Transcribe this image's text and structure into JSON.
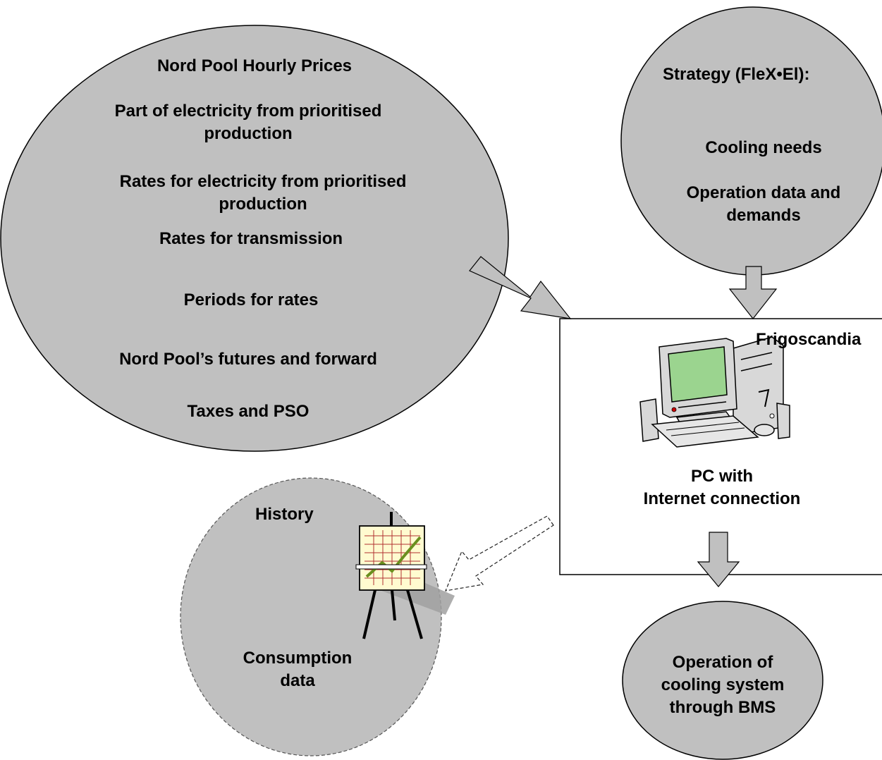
{
  "sources_circle": {
    "items": [
      "Nord Pool Hourly Prices",
      "Part of electricity from prioritised production",
      "Rates for electricity from prioritised production",
      "Rates for transmission",
      "Periods for rates",
      "Nord Pool’s futures and forward",
      "Taxes and PSO"
    ]
  },
  "strategy_circle": {
    "title": "Strategy (FleX•El):",
    "items": [
      "Cooling needs",
      "Operation data and demands"
    ]
  },
  "pc_box": {
    "company": "Frigoscandia",
    "caption_line1": "PC with",
    "caption_line2": "Internet connection",
    "icon": "computer-icon"
  },
  "history_circle": {
    "title": "History",
    "items": [
      "Consumption data"
    ],
    "icon": "chart-easel-icon"
  },
  "operation_circle": {
    "label": "Operation of cooling system through BMS"
  },
  "colors": {
    "circle_fill": "#c0c0c0",
    "stroke": "#000000",
    "box_fill": "#ffffff",
    "screen": "#9bd48f",
    "chart_line": "#6a8f1e"
  }
}
